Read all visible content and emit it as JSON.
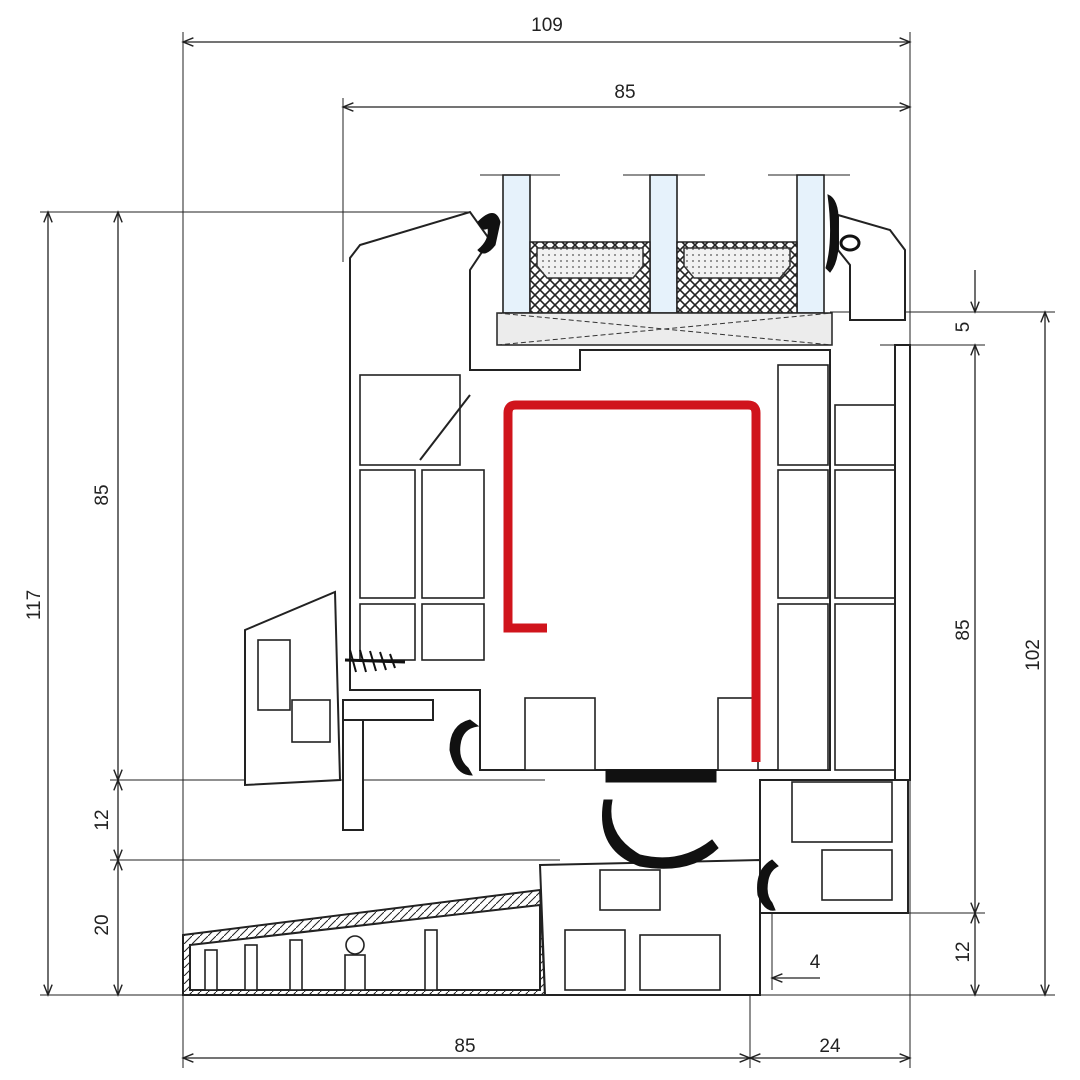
{
  "dimensions": {
    "overall_width": "109",
    "sash_width": "85",
    "left_height_total": "117",
    "left_height_upper": "85",
    "left_height_middle": "12",
    "left_height_lower": "20",
    "right_height_frame": "85",
    "right_height_total": "102",
    "right_glass_offset": "5",
    "right_bottom": "12",
    "gap": "4",
    "bottom_sill": "85",
    "bottom_frame": "24"
  },
  "colors": {
    "reinforcement": "#d0141c",
    "glass": "#e6f2fb",
    "line": "#222222"
  }
}
